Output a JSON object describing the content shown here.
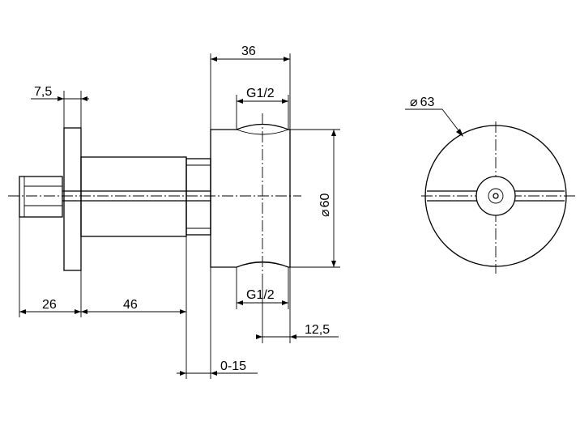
{
  "dimensions": {
    "flange_thickness": "7,5",
    "body_length": "36",
    "thread_top": "G1/2",
    "thread_bottom": "G1/2",
    "diameter_side": "60",
    "diameter_front": "63",
    "shaft_length": "26",
    "spindle_length": "46",
    "thread_offset": "12,5",
    "adjust_range": "0-15"
  },
  "symbols": {
    "diameter": "⌀"
  }
}
